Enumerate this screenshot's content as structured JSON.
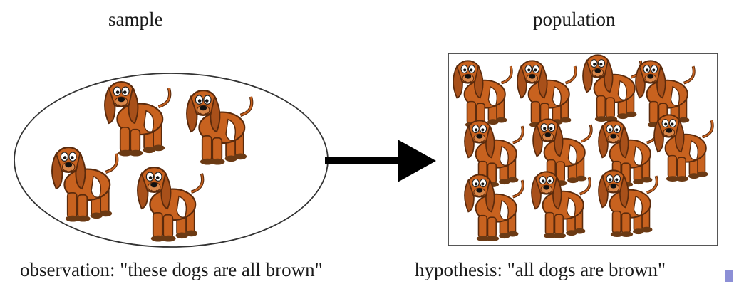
{
  "sample": {
    "title": "sample",
    "caption": "observation: \"these dogs are all brown\"",
    "dog_count": 4
  },
  "population": {
    "title": "population",
    "caption": "hypothesis: \"all dogs are brown\"",
    "dog_count": 11
  },
  "colors": {
    "dog_body": "#c8621f",
    "dog_ear": "#a8501a",
    "dog_outline": "#5a2a0c",
    "dog_belly": "#ffffff",
    "arrow": "#000000",
    "frame": "#555555"
  }
}
